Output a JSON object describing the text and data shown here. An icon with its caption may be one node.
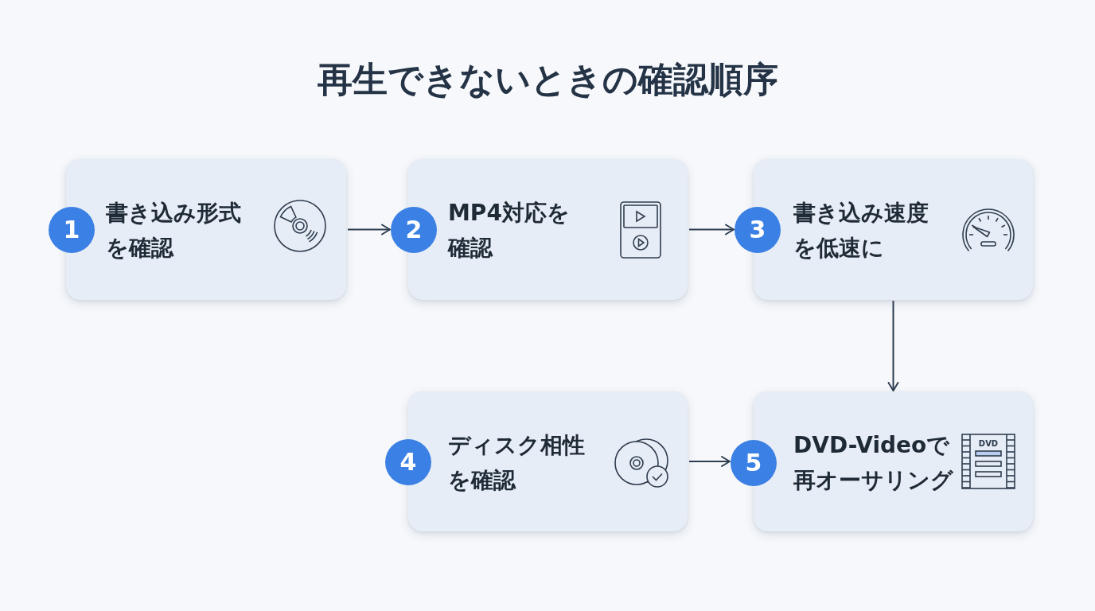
{
  "diagram": {
    "title": "再生できないときの確認順序",
    "nodes": [
      {
        "text": [
          "1",
          "書き込み形式を確認"
        ]
      },
      {
        "text": [
          "2",
          "MP4対応を確認"
        ]
      },
      {
        "text": [
          "3",
          "書き込み速度を低速に"
        ]
      },
      {
        "text": [
          "4",
          "ディスク相性を確認"
        ]
      },
      {
        "text": [
          "5",
          "DVD-Videoで再オーサリング"
        ]
      }
    ],
    "edges": [
      {
        "from": 0,
        "to": 1,
        "arrow": "to"
      },
      {
        "from": 1,
        "to": 2,
        "arrow": "to"
      },
      {
        "from": 2,
        "to": 4,
        "arrow": "to"
      },
      {
        "from": 3,
        "to": 4,
        "arrow": "to"
      }
    ],
    "labels": [
      "DVD"
    ]
  }
}
